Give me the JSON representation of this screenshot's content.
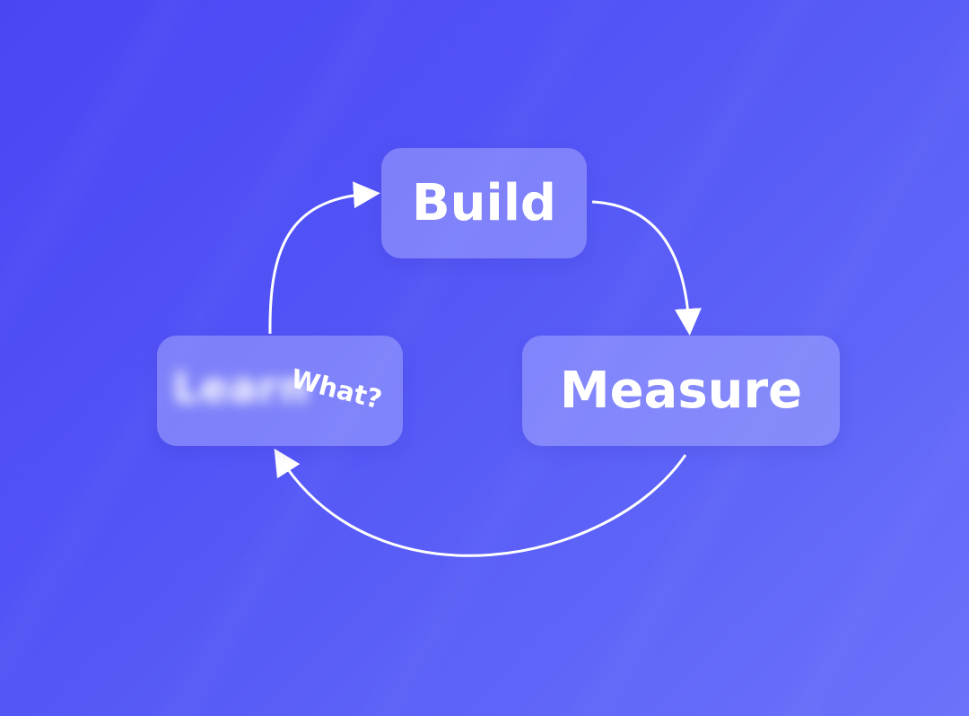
{
  "diagram": {
    "nodes": {
      "build": {
        "label": "Build"
      },
      "measure": {
        "label": "Measure"
      },
      "learn": {
        "label": "Learn",
        "annotation": "What?"
      }
    },
    "edges": [
      {
        "from": "build",
        "to": "measure"
      },
      {
        "from": "measure",
        "to": "learn"
      },
      {
        "from": "learn",
        "to": "build"
      }
    ],
    "colors": {
      "background_start": "#4a46f4",
      "background_end": "#6d72fa",
      "node_fill": "rgba(180,185,255,0.45)",
      "arrow": "#ffffff",
      "text": "#ffffff"
    }
  }
}
